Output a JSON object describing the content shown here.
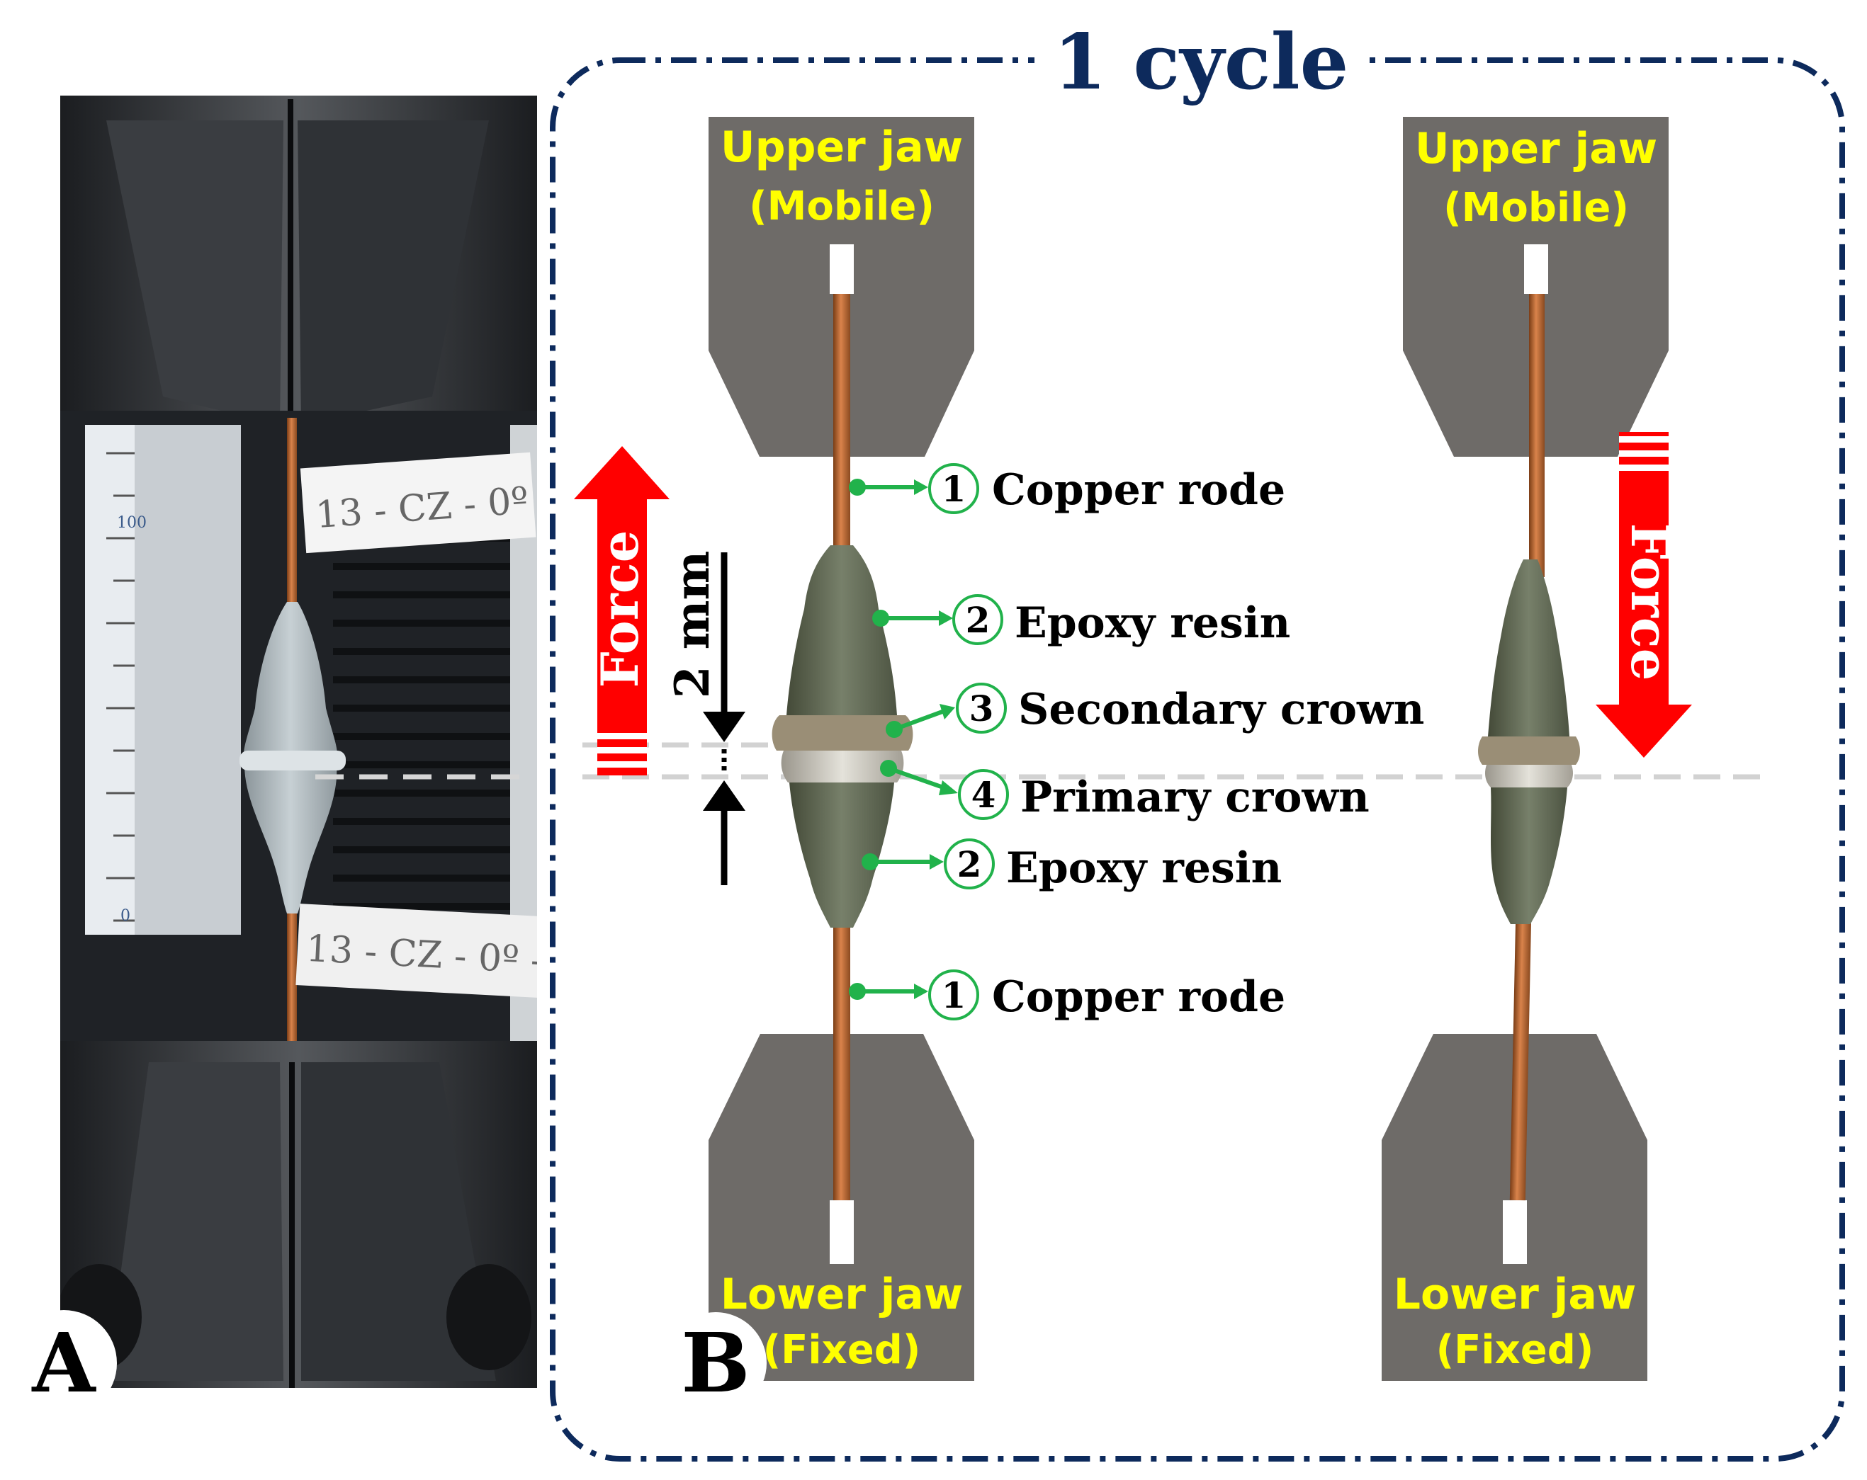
{
  "panel_a": {
    "label": "A",
    "specimen_tag_top": "13 - CZ - 0º",
    "specimen_tag_bottom": "13 - CZ - 0º -",
    "ruler_tick_top": "100",
    "ruler_tick_bottom": "0"
  },
  "panel_b": {
    "label": "B",
    "cycle_title": "1 cycle",
    "displacement_label": "2 mm",
    "force_label": "Force",
    "jaws": {
      "upper_name": "Upper jaw",
      "upper_state": "(Mobile)",
      "lower_name": "Lower jaw",
      "lower_state": "(Fixed)"
    },
    "callouts": [
      {
        "number": "1",
        "text": "Copper rode"
      },
      {
        "number": "2",
        "text": "Epoxy resin"
      },
      {
        "number": "3",
        "text": "Secondary crown"
      },
      {
        "number": "4",
        "text": "Primary crown"
      },
      {
        "number": "2",
        "text": "Epoxy resin"
      },
      {
        "number": "1",
        "text": "Copper rode"
      }
    ]
  },
  "colors": {
    "frame": "#0d2a5c",
    "jaw": "#6e6b68",
    "jaw_text": "#ffff00",
    "force_arrow": "#ff0000",
    "callout_green": "#21b24b",
    "copper": "#b5652f",
    "epoxy": "#5f6650",
    "crown": "#c9c7bf"
  }
}
